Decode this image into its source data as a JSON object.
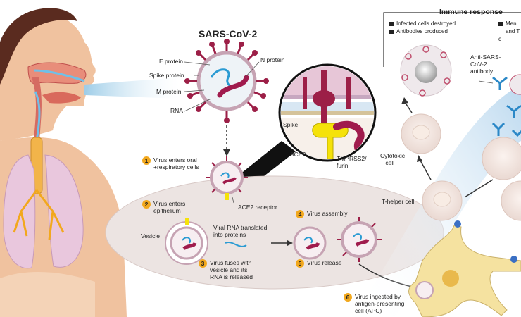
{
  "title": "SARS-CoV-2",
  "virus_labels": {
    "e_protein": "E protein",
    "spike_protein": "Spike protein",
    "m_protein": "M protein",
    "rna": "RNA",
    "n_protein": "N protein"
  },
  "inset_labels": {
    "spike": "Spike",
    "ace2": "ACE2",
    "tmprss2": "TMPRSS2/\nfurin"
  },
  "steps": [
    {
      "num": "1",
      "text": "Virus enters oral\n+respiratory cells"
    },
    {
      "num": "2",
      "text": "Virus enters\nepithelium"
    },
    {
      "num": "3",
      "text": "Virus fuses with\nvesicle and its\nRNA is released"
    },
    {
      "num": "4",
      "text": "Virus assembly"
    },
    {
      "num": "5",
      "text": "Virus release"
    },
    {
      "num": "6",
      "text": "Virus ingested by\nantigen-presenting\ncell (APC)"
    }
  ],
  "cell_labels": {
    "ace2_receptor": "ACE2 receptor",
    "vesicle": "Vesicle",
    "viral_rna": "Viral RNA translated\ninto proteins"
  },
  "immune": {
    "title": "Immune response",
    "legend_left": [
      "Infected cells destroyed",
      "Antibodies produced"
    ],
    "legend_right": [
      "Men",
      "and T c"
    ],
    "antibody": "Anti-SARS-\nCoV-2\nantibody",
    "cytotoxic": "Cytotoxic\nT cell",
    "t_helper": "T-helper cell"
  },
  "colors": {
    "spike": "#9c1f47",
    "rna": "#2b9bd3",
    "n_protein": "#a01b4d",
    "cell_fill": "#ece4e2",
    "lung": "#e9c7dd",
    "skin": "#f0c29f",
    "accent": "#f2a81d"
  }
}
